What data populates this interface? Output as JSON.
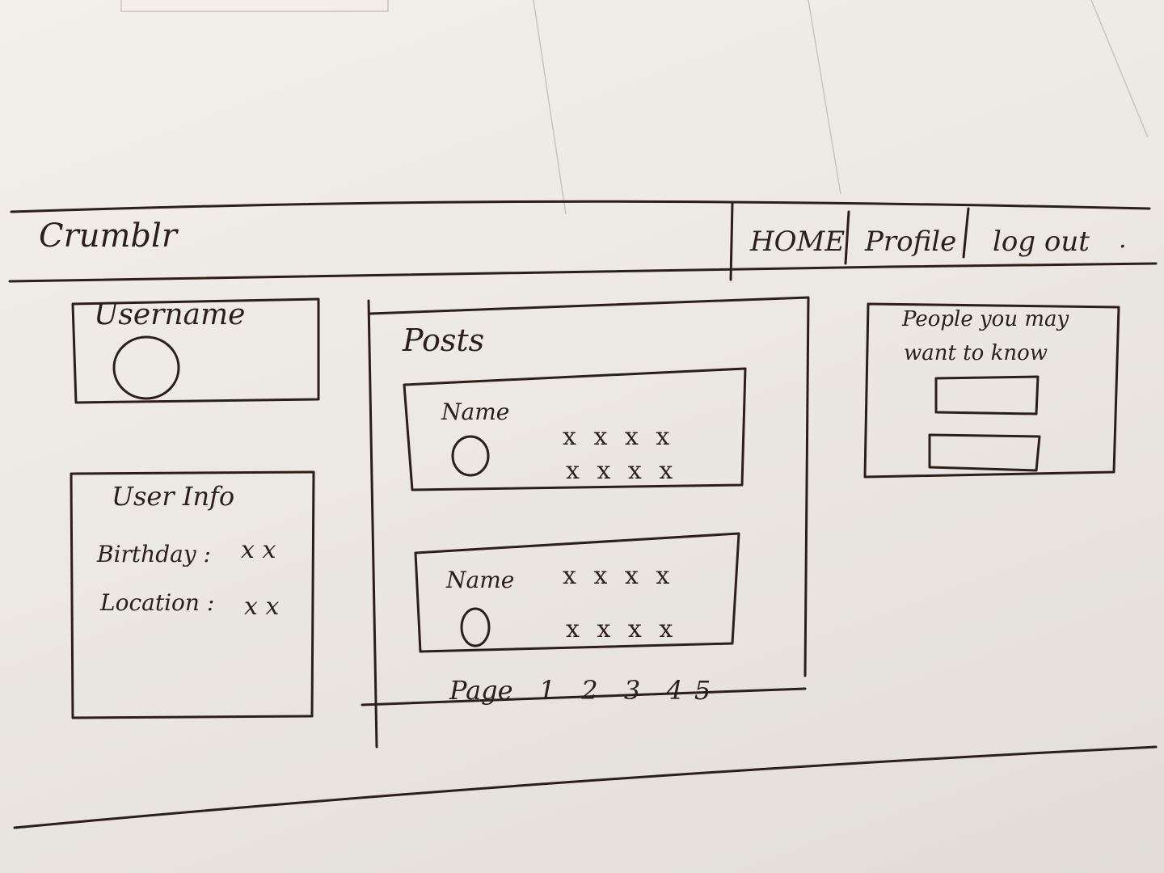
{
  "header": {
    "brand": "Crumblr",
    "nav": [
      "HOME",
      "Profile",
      "log out"
    ],
    "nav_trailing": "."
  },
  "user_card": {
    "username": "Username"
  },
  "user_info": {
    "title": "User Info",
    "rows": [
      {
        "label": "Birthday :",
        "value": "x x"
      },
      {
        "label": "Location :",
        "value": "x x"
      }
    ]
  },
  "posts": {
    "title": "Posts",
    "items": [
      {
        "name": "Name",
        "content_lines": [
          "x x x x",
          "x x x x"
        ]
      },
      {
        "name": "Name",
        "content_lines": [
          "x x x x",
          "x x x x"
        ]
      }
    ],
    "pagination": {
      "label": "Page",
      "pages": [
        "1",
        "2",
        "3",
        "4",
        "5"
      ]
    }
  },
  "suggestions": {
    "title_line1": "People you may",
    "title_line2": "want to know",
    "card_count": 2
  }
}
